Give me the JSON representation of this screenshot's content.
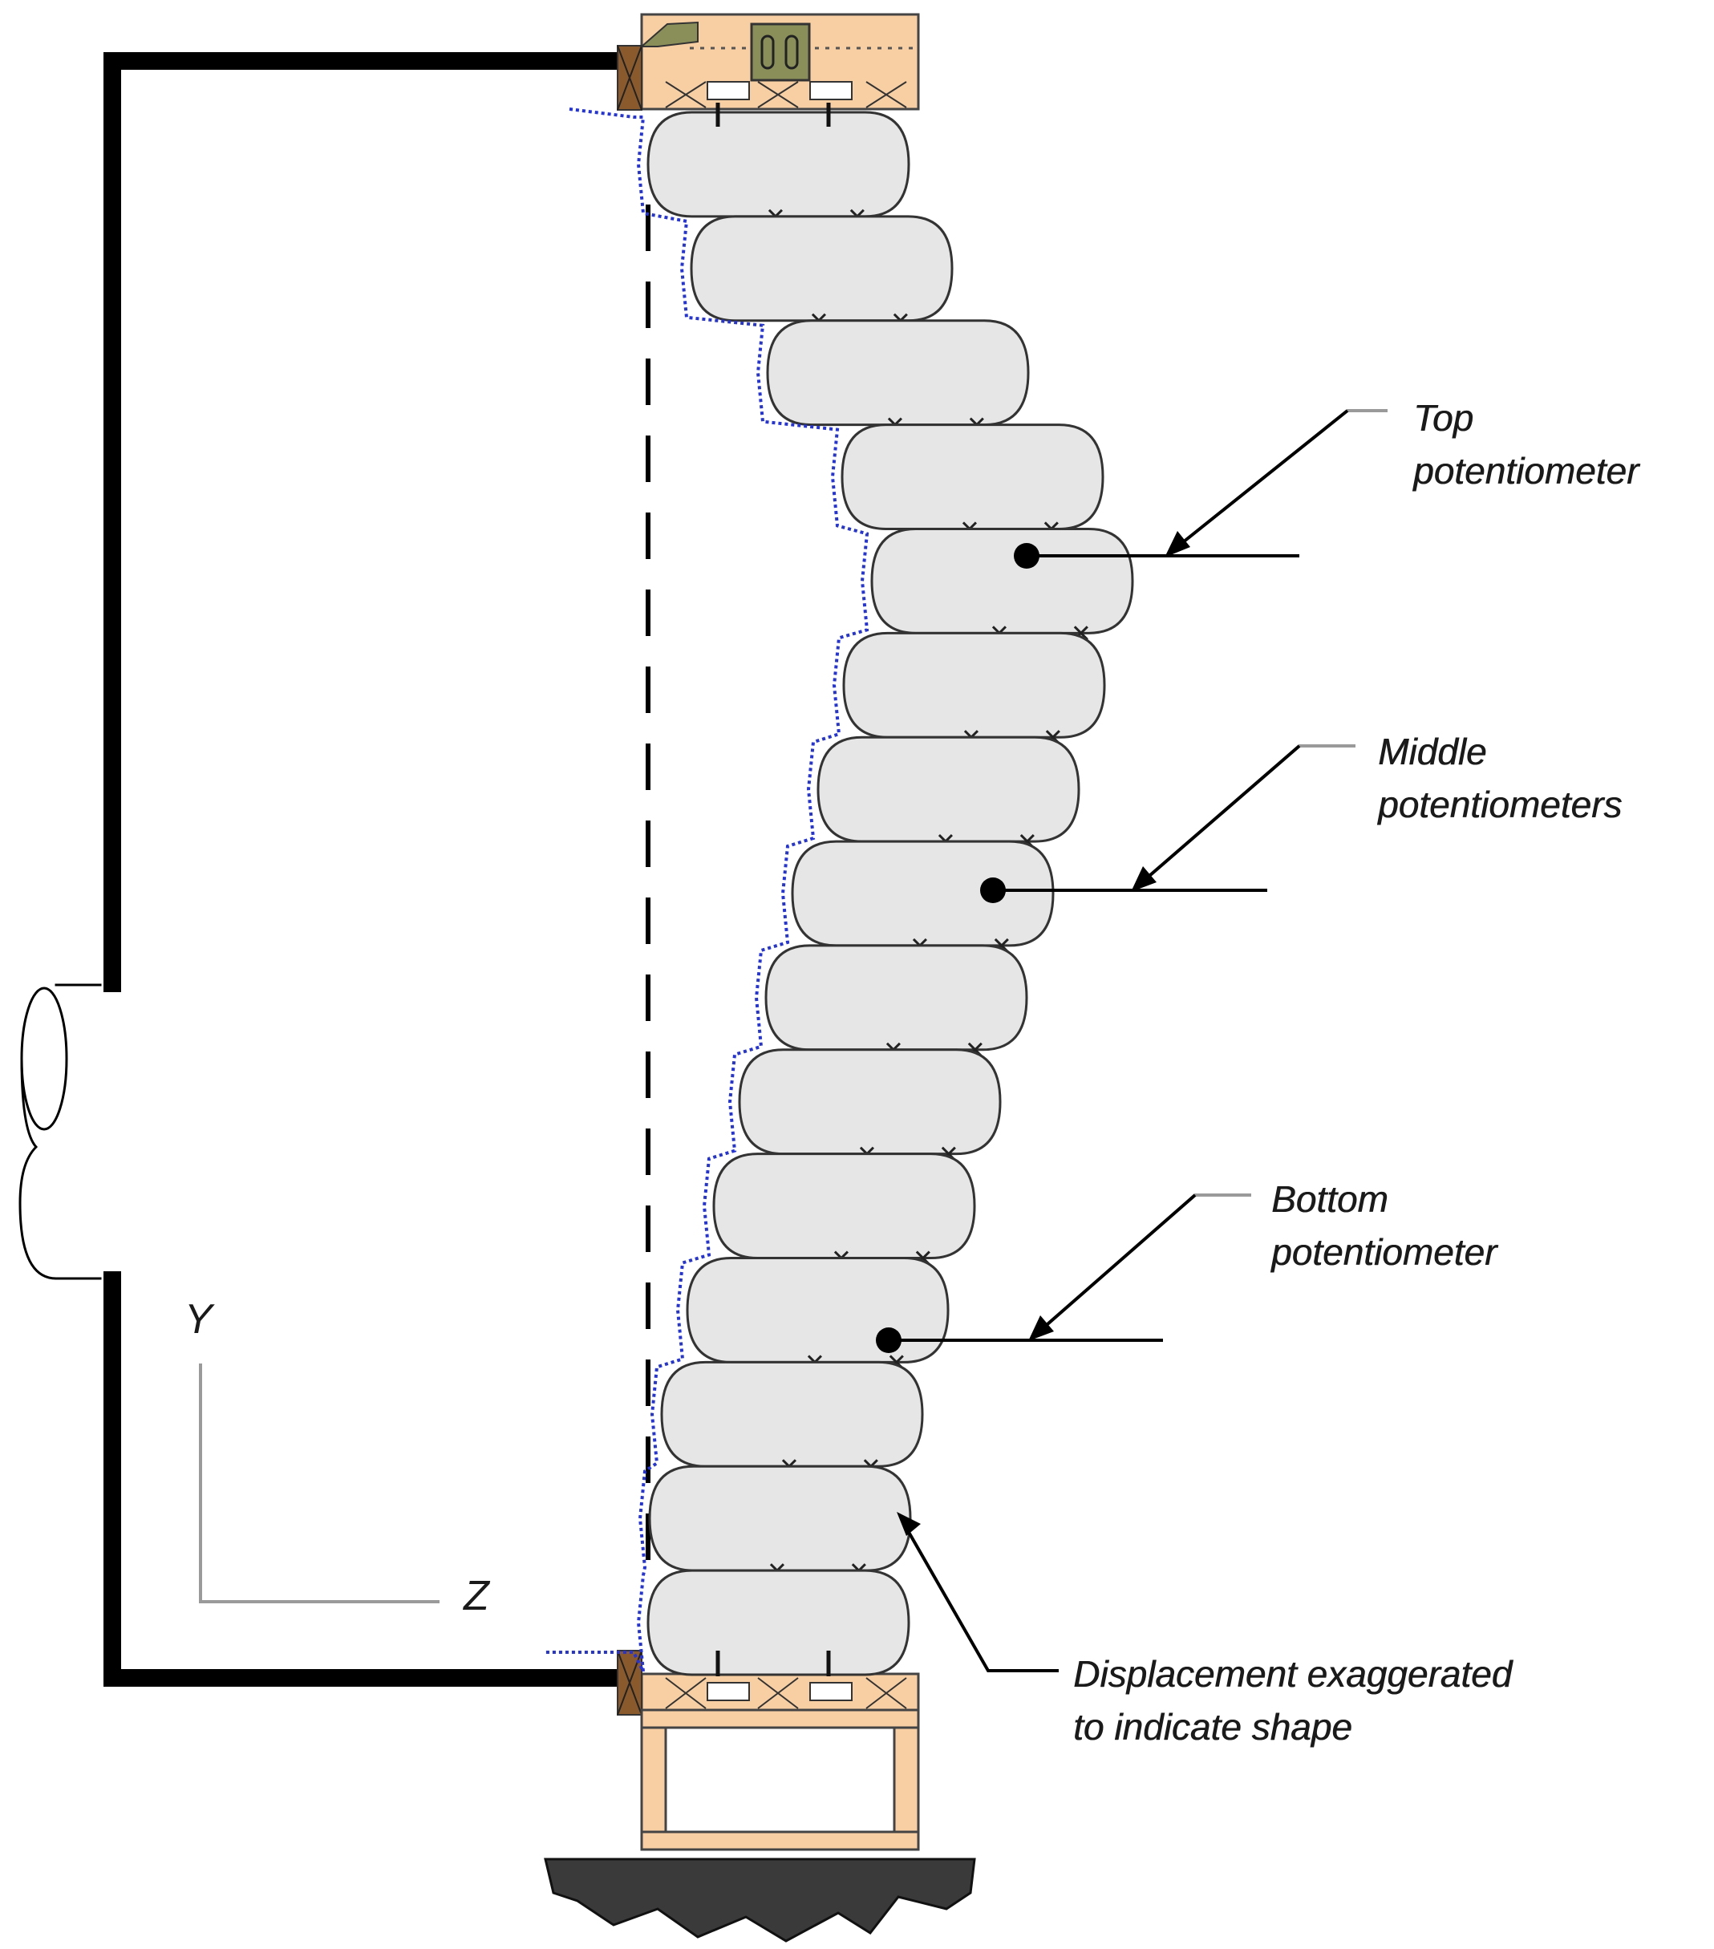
{
  "labels": {
    "top_pot": [
      "Top",
      "potentiometer"
    ],
    "middle_pot": [
      "Middle",
      "potentiometers"
    ],
    "bottom_pot": [
      "Bottom",
      "potentiometer"
    ],
    "displacement": [
      "Displacement exaggerated",
      "to indicate shape"
    ]
  },
  "axes": {
    "y": "Y",
    "z": "Z"
  },
  "colors": {
    "bag_fill": "#e6e6e6",
    "wood": "#f8cfa3",
    "wood_dark": "#8a5a2c",
    "undisplaced_outline": "#2434d6",
    "frame": "#000000",
    "ground": "#3a3a3a"
  },
  "bag_count": 15
}
